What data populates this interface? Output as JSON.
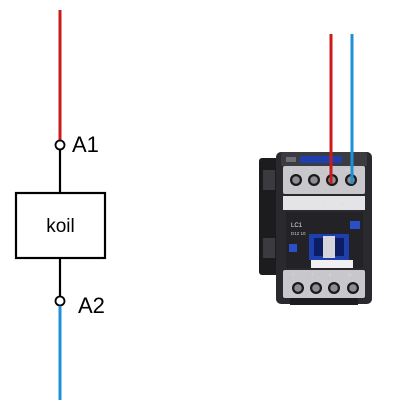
{
  "schematic": {
    "coil_label": "koil",
    "terminal_top": "A1",
    "terminal_bottom": "A2"
  },
  "contactor": {
    "model_label": "LC1",
    "model_sub_label": "D12 10"
  },
  "colors": {
    "wire_top": "#cc1a1a",
    "wire_bottom": "#1e90d6",
    "line": "#000000",
    "housing_dark": "#2a2a2e",
    "housing_light": "#c8c8cc",
    "accent_blue": "#1f3fae"
  }
}
